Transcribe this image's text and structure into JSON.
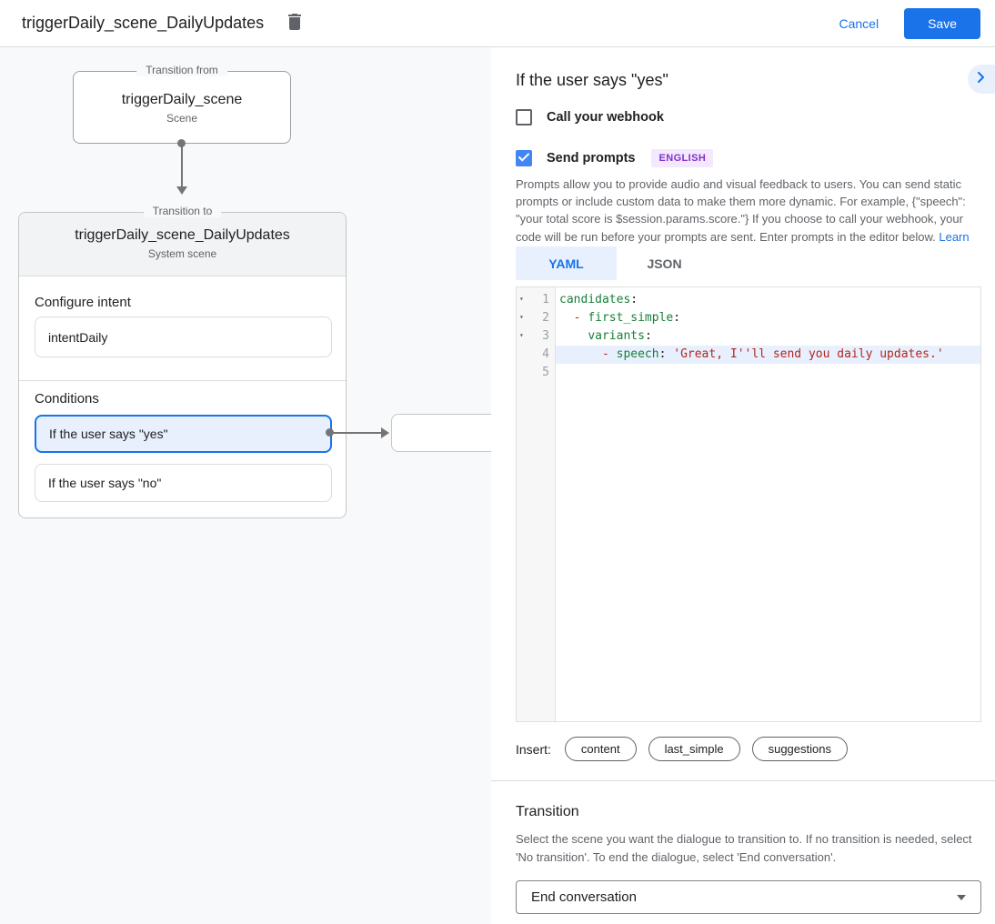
{
  "app_bar": {
    "title": "triggerDaily_scene_DailyUpdates",
    "delete_icon": "trash-icon",
    "cancel_label": "Cancel",
    "save_label": "Save"
  },
  "canvas": {
    "from_node": {
      "legend": "Transition from",
      "title": "triggerDaily_scene",
      "subtitle": "Scene"
    },
    "to_node": {
      "legend": "Transition to",
      "title": "triggerDaily_scene_DailyUpdates",
      "subtitle": "System scene",
      "intent_label": "Configure intent",
      "intent_value": "intentDaily",
      "conditions_label": "Conditions",
      "conditions": [
        {
          "label": "If the user says \"yes\"",
          "active": true
        },
        {
          "label": "If the user says \"no\"",
          "active": false
        }
      ]
    }
  },
  "panel": {
    "title": "If the user says \"yes\"",
    "expand_icon": "chevron-right-icon",
    "webhook": {
      "label": "Call your webhook",
      "checked": false
    },
    "prompts": {
      "label": "Send prompts",
      "checked": true,
      "badge": "ENGLISH"
    },
    "description": "Prompts allow you to provide audio and visual feedback to users. You can send static prompts or include custom data to make them more dynamic. For example, {\"speech\": \"your total score is $session.params.score.\"} If you choose to call your webhook, your code will be run before your prompts are sent. Enter prompts in the editor below. ",
    "learn_more_label": "Learn more",
    "tabs": [
      {
        "label": "YAML",
        "active": true
      },
      {
        "label": "JSON",
        "active": false
      }
    ],
    "editor": {
      "lines": [
        {
          "num": "1",
          "fold": true,
          "highlight": false,
          "tokens": [
            [
              "key",
              "candidates"
            ],
            [
              "punct",
              ":"
            ]
          ]
        },
        {
          "num": "2",
          "fold": true,
          "highlight": false,
          "tokens": [
            [
              "plain",
              "  "
            ],
            [
              "dash",
              "- "
            ],
            [
              "key",
              "first_simple"
            ],
            [
              "punct",
              ":"
            ]
          ]
        },
        {
          "num": "3",
          "fold": true,
          "highlight": false,
          "tokens": [
            [
              "plain",
              "    "
            ],
            [
              "key",
              "variants"
            ],
            [
              "punct",
              ":"
            ]
          ]
        },
        {
          "num": "4",
          "fold": false,
          "highlight": true,
          "tokens": [
            [
              "plain",
              "      "
            ],
            [
              "dash",
              "- "
            ],
            [
              "key",
              "speech"
            ],
            [
              "punct",
              ":"
            ],
            [
              "plain",
              " "
            ],
            [
              "str",
              "'Great, I''ll send you daily updates.'"
            ]
          ]
        },
        {
          "num": "5",
          "fold": false,
          "highlight": false,
          "tokens": []
        }
      ]
    },
    "insert": {
      "label": "Insert:",
      "chips": [
        "content",
        "last_simple",
        "suggestions"
      ]
    },
    "transition": {
      "title": "Transition",
      "description": "Select the scene you want the dialogue to transition to. If no transition is needed, select 'No transition'. To end the dialogue, select 'End conversation'.",
      "selected_value": "End conversation"
    }
  },
  "colors": {
    "accent_blue": "#1a73e8",
    "checkbox_blue": "#4285f4",
    "selection_blue_bg": "#e8f0fe",
    "badge_purple": "#8430ce",
    "badge_purple_bg": "#f3e8fd",
    "yaml_key_green": "#188038",
    "yaml_string_red": "#b3261e",
    "canvas_bg": "#f8f9fa",
    "scene_header_bg": "#f1f3f4"
  }
}
